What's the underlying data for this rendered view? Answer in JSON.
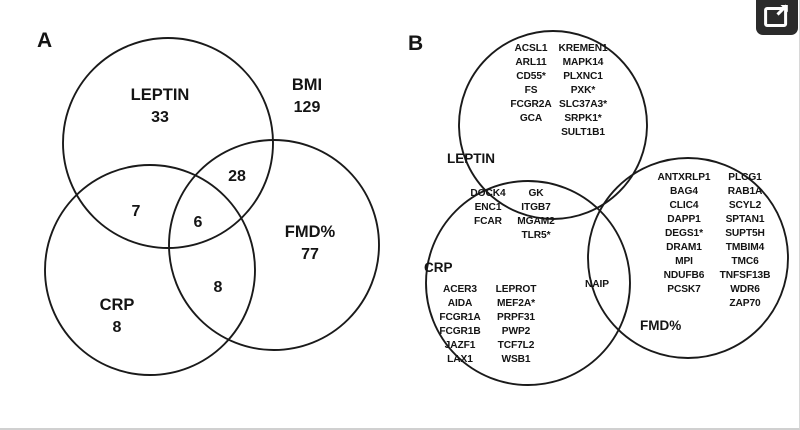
{
  "figure": {
    "panel_a": {
      "letter": "A",
      "sets": [
        {
          "name": "LEPTIN",
          "count": "33"
        },
        {
          "name": "BMI",
          "count": "129"
        },
        {
          "name": "FMD%",
          "count": "77"
        },
        {
          "name": "CRP",
          "count": "8"
        }
      ],
      "intersections": [
        {
          "id": "leptin-bmi",
          "count": "28"
        },
        {
          "id": "leptin-crp",
          "count": "7"
        },
        {
          "id": "leptin-bmi-crp",
          "count": "6"
        },
        {
          "id": "crp-fmd",
          "count": "8"
        }
      ]
    },
    "panel_b": {
      "letter": "B",
      "sets": [
        {
          "name": "LEPTIN"
        },
        {
          "name": "CRP"
        },
        {
          "name": "FMD%"
        }
      ],
      "leptin_only": {
        "col1": [
          "ACSL1",
          "ARL11",
          "CD55*",
          "FS",
          "FCGR2A",
          "GCA"
        ],
        "col2": [
          "KREMEN1",
          "MAPK14",
          "PLXNC1",
          "PXK*",
          "SLC37A3*",
          "SRPK1*",
          "SULT1B1"
        ]
      },
      "leptin_crp": {
        "col1": [
          "DOCK4",
          "ENC1",
          "FCAR"
        ],
        "col2": [
          "GK",
          "ITGB7",
          "MGAM2",
          "TLR5*"
        ]
      },
      "crp_only": {
        "col1": [
          "ACER3",
          "AIDA",
          "FCGR1A",
          "FCGR1B",
          "JAZF1",
          "LAX1"
        ],
        "col2": [
          "LEPROT",
          "MEF2A*",
          "PRPF31",
          "PWP2",
          "TCF7L2",
          "WSB1"
        ]
      },
      "crp_fmd": {
        "col1": [
          "NAIP"
        ]
      },
      "fmd_only": {
        "col1": [
          "ANTXRLP1",
          "BAG4",
          "CLIC4",
          "DAPP1",
          "DEGS1*",
          "DRAM1",
          "MPI",
          "NDUFB6",
          "PCSK7"
        ],
        "col2": [
          "PLCG1",
          "RAB1A",
          "SCYL2",
          "SPTAN1",
          "SUPT5H",
          "TMBIM4",
          "TMC6",
          "TNFSF13B",
          "WDR6",
          "ZAP70"
        ]
      }
    }
  },
  "overlay": {
    "expand_button_icon": "open-in-new-icon"
  },
  "colors": {
    "stroke": "#1a1a1a",
    "text": "#141414",
    "background": "#ffffff",
    "overlay_button": "#2b2b2b"
  }
}
